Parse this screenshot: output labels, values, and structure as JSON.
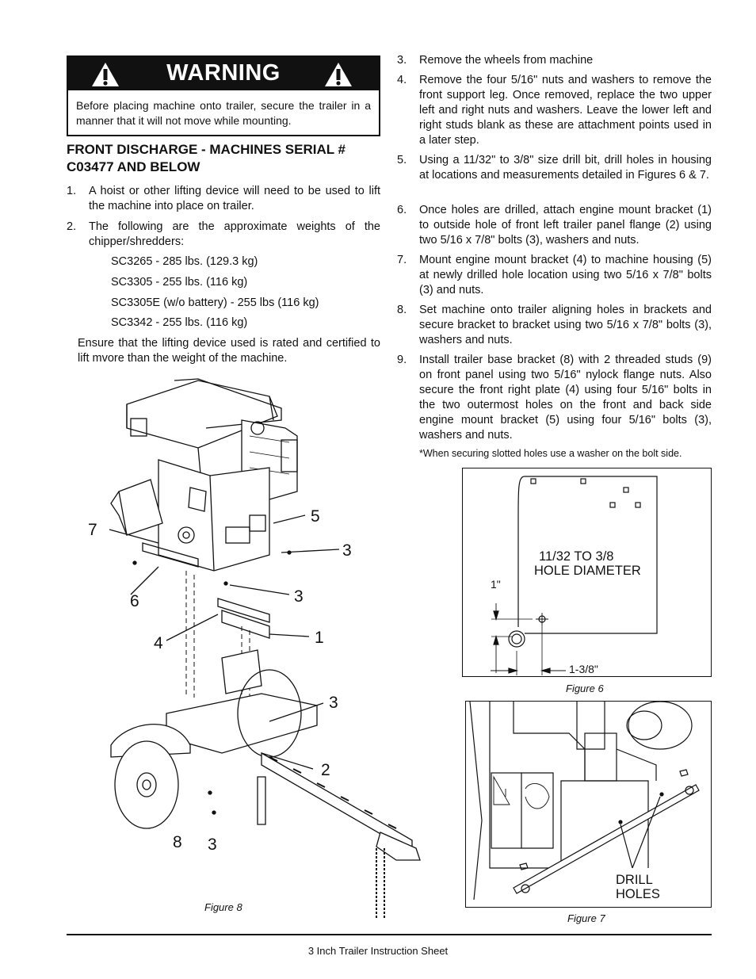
{
  "warning": {
    "title": "WARNING",
    "text": "Before placing machine onto trailer, secure the trailer in a manner that it will not move while mounting."
  },
  "section_title": "FRONT DISCHARGE - MACHINES SERIAL # C03477 AND BELOW",
  "left_steps": [
    {
      "num": "1.",
      "text": "A hoist or other lifting device will need to be used to lift the machine into place on trailer."
    },
    {
      "num": "2.",
      "text": "The following are the approximate weights of the chipper/shredders:"
    }
  ],
  "weights": [
    "SC3265 - 285 lbs. (129.3 kg)",
    "SC3305 - 255 lbs. (116 kg)",
    "SC3305E (w/o battery) - 255 lbs (116 kg)",
    "SC3342 - 255 lbs. (116 kg)"
  ],
  "ensure_text": "Ensure that the lifting device used is rated and certified to lift mvore than the weight of the machine.",
  "right_steps": [
    {
      "num": "3.",
      "text": "Remove the wheels from machine"
    },
    {
      "num": "4.",
      "text": "Remove the four 5/16\" nuts and washers to remove the front support leg. Once removed, replace the two upper left and right nuts and washers. Leave the lower left and right studs blank as these are attachment points used in a later step."
    },
    {
      "num": "5.",
      "text": "Using a 11/32\" to 3/8\" size drill bit, drill holes in housing at locations and measurements detailed in Figures 6 & 7."
    },
    {
      "num": "6.",
      "text": "Once holes are drilled, attach engine mount bracket (1) to outside hole of front left trailer panel flange (2) using two 5/16 x 7/8\" bolts (3), washers and nuts."
    },
    {
      "num": "7.",
      "text": "Mount engine mount bracket (4) to machine housing (5) at newly drilled hole location using two 5/16 x 7/8\" bolts (3) and nuts."
    },
    {
      "num": "8.",
      "text": "Set machine onto trailer aligning holes in brackets and secure bracket to bracket using two 5/16 x 7/8\" bolts (3), washers and nuts."
    },
    {
      "num": "9.",
      "text": "Install trailer base bracket (8) with 2 threaded studs (9) on front panel using two 5/16\" nylock flange nuts. Also secure the front right plate (4) using four 5/16\" bolts in the two outermost holes on the front and back side engine mount bracket (5) using four 5/16\" bolts (3), washers and nuts."
    }
  ],
  "slotted_note": "*When securing slotted holes use a washer on the bolt side.",
  "figure6": {
    "caption": "Figure 6",
    "hole_label_1": "11/32 TO 3/8",
    "hole_label_2": "HOLE DIAMETER",
    "dim_vertical": "1\"",
    "dim_horizontal": "1-3/8\""
  },
  "figure7": {
    "caption": "Figure 7",
    "label_1": "DRILL",
    "label_2": "HOLES"
  },
  "figure8": {
    "caption": "Figure 8",
    "callouts": [
      "7",
      "5",
      "3",
      "6",
      "3",
      "4",
      "1",
      "3",
      "2",
      "8",
      "3"
    ]
  },
  "footer": "3 Inch Trailer Instruction Sheet"
}
